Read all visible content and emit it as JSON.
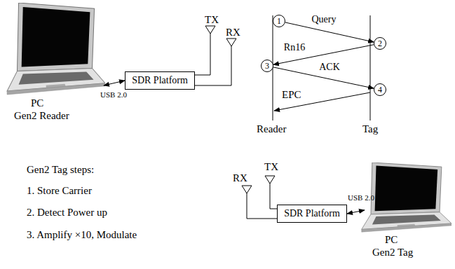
{
  "diagram": {
    "nodes": [
      {
        "text": [
          "SDR Platform"
        ]
      },
      {
        "text": [
          "1"
        ]
      },
      {
        "text": [
          "2"
        ]
      },
      {
        "text": [
          "3"
        ]
      },
      {
        "text": [
          "4"
        ]
      },
      {
        "text": [
          "SDR Platform"
        ]
      }
    ],
    "edges": [
      {
        "from": 1,
        "to": 2,
        "arrow": "to",
        "label": "Query"
      },
      {
        "from": 2,
        "to": 3,
        "arrow": "to",
        "label": "Rn16"
      },
      {
        "from": 3,
        "to": 4,
        "arrow": "to",
        "label": "ACK"
      }
    ],
    "labels": [
      "PC",
      "Gen2 Reader",
      "USB 2.0",
      "TX",
      "RX",
      "Reader",
      "Tag",
      "EPC",
      "Gen2 Tag steps:",
      "1. Store Carrier",
      "2. Detect Power up",
      "3. Amplify ×10, Modulate",
      "RX",
      "TX",
      "USB 2.0",
      "PC",
      "Gen2 Tag"
    ]
  }
}
